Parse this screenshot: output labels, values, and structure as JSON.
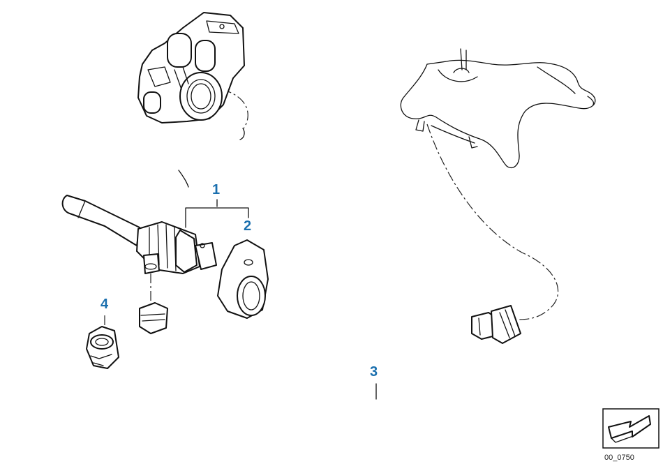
{
  "callouts": {
    "c1": "1",
    "c2": "2",
    "c3": "3",
    "c4": "4"
  },
  "corner_ref": "00_0750",
  "colors": {
    "callout": "#1a6fae",
    "line": "#111111",
    "background": "#ffffff"
  }
}
